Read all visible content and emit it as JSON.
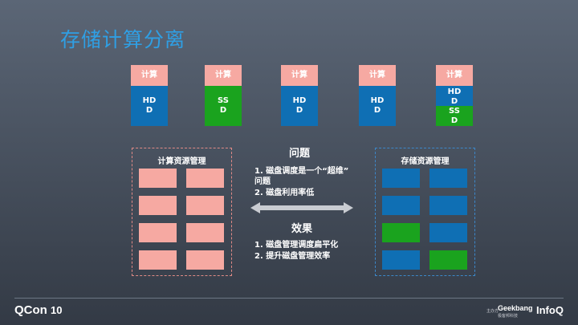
{
  "title": "存储计算分离",
  "servers": [
    {
      "compute": "计算",
      "storage": "HD\nD",
      "type": "hdd"
    },
    {
      "compute": "计算",
      "storage": "SS\nD",
      "type": "ssd"
    },
    {
      "compute": "计算",
      "storage": "HD\nD",
      "type": "hdd"
    },
    {
      "compute": "计算",
      "storage": "HD\nD",
      "type": "hdd"
    },
    {
      "compute": "计算",
      "storage_top": "HD\nD",
      "storage_bottom": "SS\nD",
      "type": "mixed"
    }
  ],
  "left_panel": {
    "title": "计算资源管理"
  },
  "right_panel": {
    "title": "存储资源管理"
  },
  "problem": {
    "heading": "问题",
    "items": [
      "1. 磁盘调度是一个“超维”\n问题",
      "2. 磁盘利用率低"
    ]
  },
  "effect": {
    "heading": "效果",
    "items": [
      "1. 磁盘管理调度扁平化",
      "2. 提升磁盘管理效率"
    ]
  },
  "footer": {
    "logo": "QCon",
    "logo_suffix": "10",
    "organizer_prefix": "主办方",
    "geekbang": "Geekbang",
    "geekbang_sub": "极客邦科技",
    "infoq": "InfoQ"
  },
  "colors": {
    "title": "#2f9fe4",
    "compute": "#f6a9a2",
    "hdd": "#0f6fb4",
    "ssd": "#1aa31e"
  }
}
